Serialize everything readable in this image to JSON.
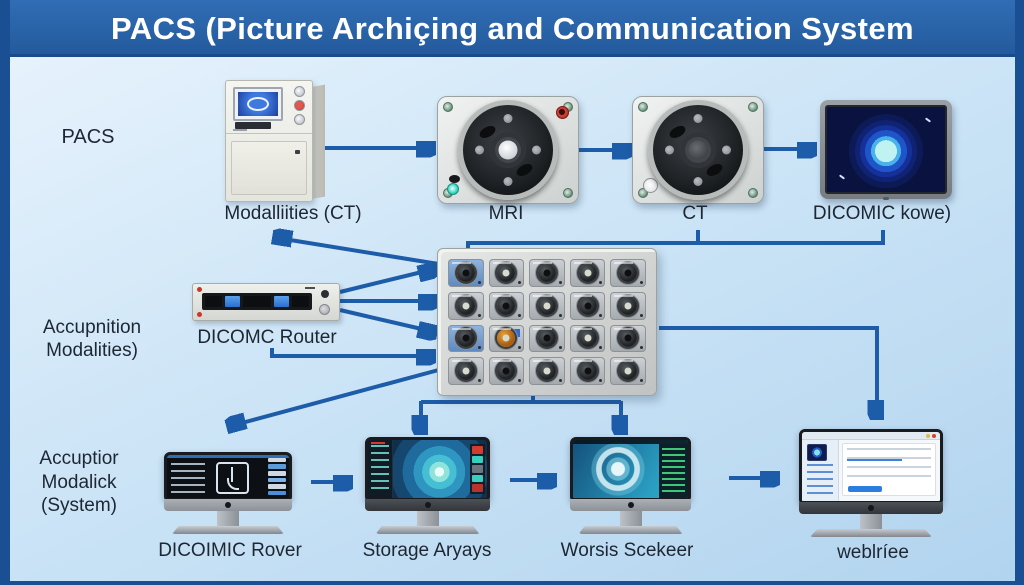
{
  "title": "PACS (Picture Archiçing and Communication System",
  "colors": {
    "frame": "#1b4f94",
    "titlebar": "#2a64aa",
    "background": "#cfe3f6",
    "arrow": "#1d5ca8",
    "label_text": "#1d2733"
  },
  "side_labels": {
    "pacs": "PACS",
    "acquisition_line1": "Accupnition",
    "acquisition_line2": "Modalities)",
    "acquisition2_line1": "Accuptior",
    "acquisition2_line2": "Modalick",
    "acquisition2_line3": "(System)"
  },
  "top_row": {
    "modalities_label": "Modalliities (CT)",
    "mri_label": "MRI",
    "ct_label": "CT",
    "viewer_label": "DICOMIC kowe)"
  },
  "middle": {
    "router_label": "DICOMC Router",
    "rack": {
      "rows": 4,
      "cols": 5
    }
  },
  "bottom_row": {
    "rover_label": "DICOIMIC Rover",
    "storage_label": "Storage Aryays",
    "workstation_label": "Worsis Scekeer",
    "webviewer_label": "weblríee"
  },
  "edges": [
    {
      "from": "modalities-scanner",
      "to": "mri-scanner"
    },
    {
      "from": "mri-scanner",
      "to": "ct-scanner"
    },
    {
      "from": "ct-scanner",
      "to": "dicom-viewer"
    },
    {
      "from": "ct-scanner",
      "to": "archive-rack"
    },
    {
      "from": "dicom-viewer",
      "to": "archive-rack"
    },
    {
      "from": "archive-rack",
      "to": "modalities-label"
    },
    {
      "from": "dicom-router",
      "to": "archive-rack"
    },
    {
      "from": "router-label",
      "to": "archive-rack"
    },
    {
      "from": "archive-rack",
      "to": "webviewer-monitor"
    },
    {
      "from": "archive-rack",
      "to": "rover-monitor"
    },
    {
      "from": "archive-rack",
      "to": "storage-monitor"
    },
    {
      "from": "archive-rack",
      "to": "workstation-monitor"
    },
    {
      "from": "rover-monitor",
      "to": "storage-monitor"
    },
    {
      "from": "storage-monitor",
      "to": "workstation-monitor"
    },
    {
      "from": "workstation-monitor",
      "to": "webviewer-monitor"
    }
  ]
}
